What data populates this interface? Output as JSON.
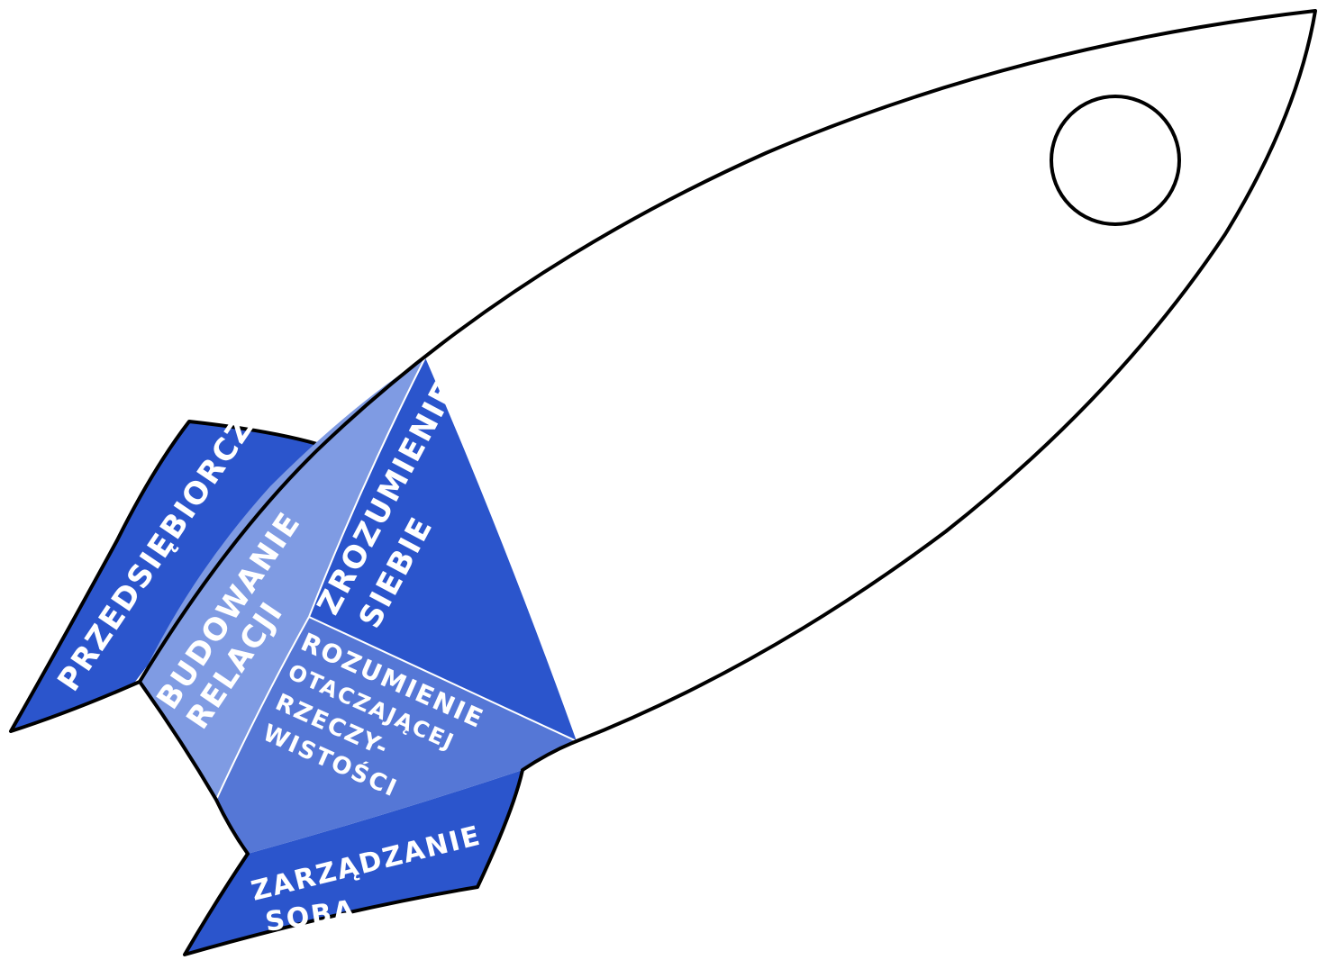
{
  "colors": {
    "outline": "#000000",
    "body_fill": "#ffffff",
    "dark_blue": "#2b55cc",
    "light_blue": "#7f9be3",
    "mid_blue": "#5577d6",
    "label_text": "#ffffff"
  },
  "labels": {
    "left_fin": "PRZEDSIĘBIORCZOŚĆ",
    "budowanie_line1": "BUDOWANIE",
    "budowanie_line2": "RELACJI",
    "zrozumienie_line1": "ZROZUMIENIE",
    "zrozumienie_line2": "SIEBIE",
    "rozumienie_line1": "ROZUMIENIE",
    "rozumienie_line2": "OTACZAJĄCEJ",
    "rozumienie_line3": "RZECZY-",
    "rozumienie_line4": "WISTOŚCI",
    "zarzadzanie_line1": "ZARZĄDZANIE",
    "zarzadzanie_line2": "SOBĄ"
  },
  "icons": {
    "window": "porthole-circle-icon"
  }
}
